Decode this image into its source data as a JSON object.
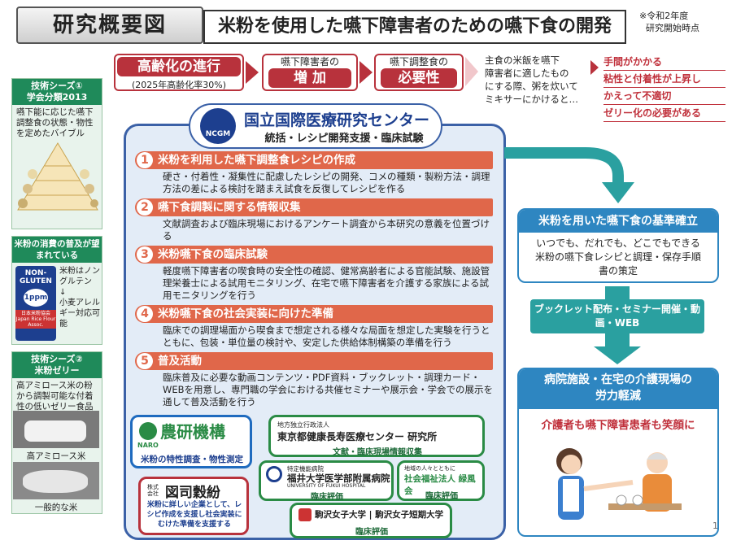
{
  "header": {
    "badge": "研究概要図",
    "title": "米粉を使用した嚥下障害者のための嚥下食の開発",
    "note_line1": "※令和2年度",
    "note_line2": "研究開始時点"
  },
  "flow": {
    "step1_main": "高齢化の進行",
    "step1_sub": "(2025年高齢化率30%)",
    "step2_line1": "嚥下障害者の",
    "step2_line2": "増 加",
    "step3_line1": "嚥下調整食の",
    "step3_line2": "必要性",
    "explain": [
      "主食の米飯を嚥下",
      "障害者に適したもの",
      "にする際、粥を炊いて",
      "ミキサーにかけると…"
    ],
    "issues": [
      "手間がかかる",
      "粘性と付着性が上昇し",
      "かえって不適切",
      "ゼリー化の必要がある"
    ]
  },
  "left": {
    "box1_head": "技術シーズ①\n学会分類2013",
    "box1_text": "嚥下能に応じた嚥下調整食の状態・物性を定めたバイブル",
    "box2_head": "米粉の消費の普及が望まれている",
    "box2_logo1": "NON-",
    "box2_logo2": "GLUTEN",
    "box2_logo3": "1ppm",
    "box2_logo4": "日本米粉協会\nJapan Rice Flour\nAssoc.",
    "box2_text": "米粉はノングルテン\n↓\n小麦アレルギー対応可能",
    "box3_head": "技術シーズ②\n米粉ゼリー",
    "box3_text": "高アミロース米の粉から調製可能な付着性の低いゼリー食品",
    "img1_label": "高アミロース米",
    "img2_label": "一般的な米"
  },
  "center": {
    "ncgh_logo": "NCGM",
    "org_name": "国立国際医療研究センター",
    "org_sub": "統括・レシピ開発支援・臨床試験",
    "sections": [
      {
        "num": "1",
        "title": "米粉を利用した嚥下調整食レシピの作成",
        "text": "硬さ・付着性・凝集性に配慮したレシピの開発、コメの種類・製粉方法・調理方法の差による検討を踏まえ試食を反復してレシピを作る"
      },
      {
        "num": "2",
        "title": "嚥下食調製に関する情報収集",
        "text": "文献調査および臨床現場におけるアンケート調査から本研究の意義を位置づける"
      },
      {
        "num": "3",
        "title": "米粉嚥下食の臨床試験",
        "text": "軽度嚥下障害者の喫食時の安全性の確認、健常高齢者による官能試験、施設管理栄養士による試用モニタリング、在宅で嚥下障害者を介護する家族による試用モニタリングを行う"
      },
      {
        "num": "4",
        "title": "米粉嚥下食の社会実装に向けた準備",
        "text": "臨床での調理場面から喫食まで想定される様々な局面を想定した実験を行うとともに、包装・単位量の検討や、安定した供給体制構築の準備を行う"
      },
      {
        "num": "5",
        "title": "普及活動",
        "text": "臨床普及に必要な動画コンテンツ・PDF資料・ブックレット・調理カード・WEBを用意し、専門職の学会における共催セミナーや展示会・学会での展示を通して普及活動を行う"
      }
    ],
    "naro_name": "農研機構",
    "naro_small": "NARO",
    "naro_desc": "米粉の特性調査・物性測定",
    "tmig_small": "地方独立行政法人",
    "tmig_name": "東京都健康長寿医療センター 研究所",
    "tmig_desc": "文献・臨床現場情報収集",
    "fukui_small": "特定機能病院",
    "fukui_name": "福井大学医学部附属病院",
    "fukui_en": "UNIVERSITY OF FUKUI HOSPITAL",
    "fukui_desc": "臨床評価",
    "ryokufu_small": "地域の人々とともに",
    "ryokufu_name": "社会福祉法人 緑風会",
    "ryokufu_desc": "臨床評価",
    "komazawa_name": "駒沢女子大学 | 駒沢女子短期大学",
    "komazawa_desc": "臨床評価",
    "zukou_small": "株式\n会社",
    "zukou_name": "図司穀紛",
    "zukou_desc": "米粉に詳しい企業として、レシピ作成を支援し社会実装にむけた準備を支援する"
  },
  "right": {
    "box1_head": "米粉を用いた嚥下食の基準確立",
    "box1_text": "いつでも、だれでも、どこでもできる米粉の嚥下食レシピと調理・保存手順書の策定",
    "mid_text": "ブックレット配布・セミナー開催・動画・WEB",
    "box2_head": "病院施設・在宅の介護現場の労力軽減",
    "box2_text": "介護者も嚥下障害患者も笑顔に"
  },
  "page_number": "1",
  "colors": {
    "accent_red": "#b8323c",
    "blue": "#2e86c1",
    "green": "#1f8a5a",
    "orange": "#e0674a",
    "navy": "#3b61a7"
  }
}
